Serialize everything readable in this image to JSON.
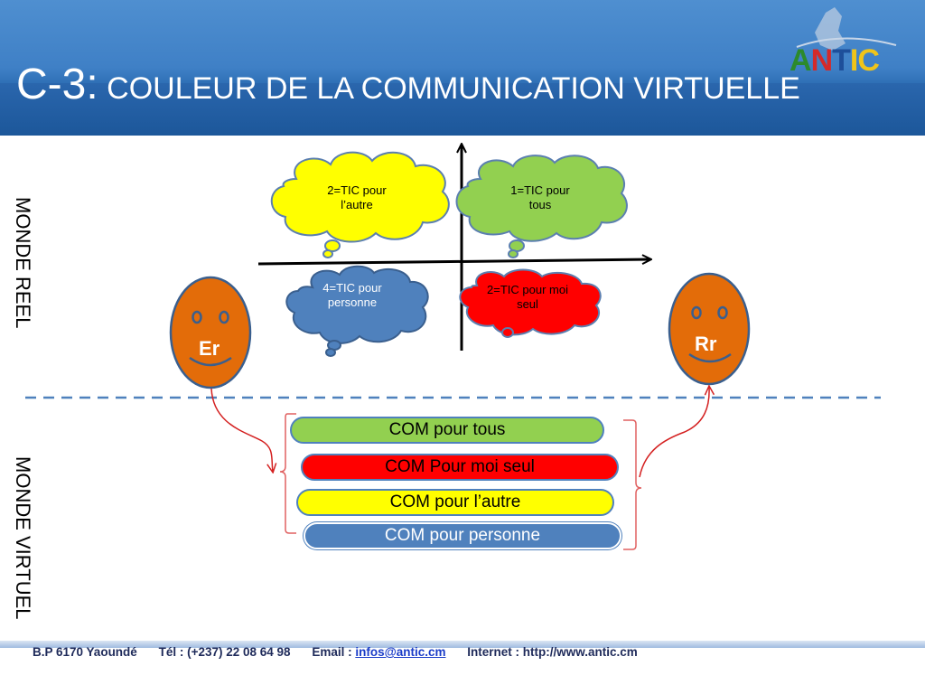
{
  "header": {
    "title_number": "C-3:",
    "title_text": " COULEUR DE LA COMMUNICATION   VIRTUELLE",
    "logo": {
      "a": "A",
      "n": "N",
      "t": "T",
      "ic": "IC"
    }
  },
  "side_labels": {
    "top": "MONDE REEL",
    "bottom": "MONDE VIRTUEL"
  },
  "clouds": {
    "top_left": "2=TIC pour l’autre",
    "top_right": "1=TIC pour tous",
    "bottom_left": "4=TIC pour personne",
    "bottom_right": "2=TIC pour moi seul"
  },
  "faces": {
    "left": "Er",
    "right": "Rr"
  },
  "pills": [
    {
      "label": "COM pour tous"
    },
    {
      "label": "COM  Pour moi seul"
    },
    {
      "label": "COM pour l’autre"
    },
    {
      "label": "COM  pour personne"
    }
  ],
  "colors": {
    "yellow": "#ffff00",
    "green": "#92d050",
    "red": "#ff0000",
    "blue": "#4f81bd",
    "orange": "#e36c09"
  },
  "footer": {
    "address": "B.P 6170 Yaoundé",
    "phone": "Tél : (+237) 22 08 64 98",
    "email_label": "Email : ",
    "email": "infos@antic.cm",
    "internet": "Internet : http://www.antic.cm"
  }
}
